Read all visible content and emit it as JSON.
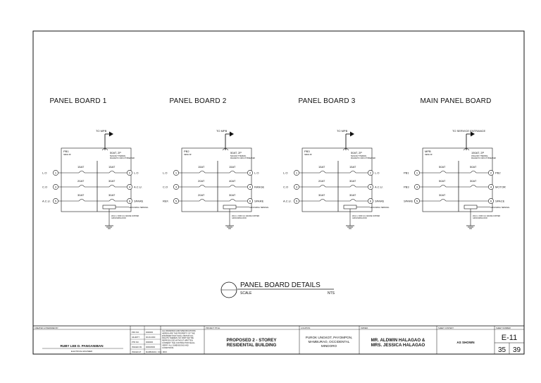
{
  "panels": [
    {
      "title": "PANEL BOARD 1",
      "to_label": "TO MPB",
      "panel_name": "PB1",
      "panel_sub": "NEMA 3R",
      "main_breaker": "50AT, 2P",
      "main_breaker_note": "50A/240V THERMAL MAGNETIC CIRCUIT BREAKER",
      "left": [
        {
          "label": "L.O",
          "num": "1",
          "rating": "15AT"
        },
        {
          "label": "C.O",
          "num": "3",
          "rating": "20AT"
        },
        {
          "label": "A.C.U.",
          "num": "5",
          "rating": "30AT"
        }
      ],
      "right": [
        {
          "label": "L.O",
          "num": "2",
          "rating": "15AT"
        },
        {
          "label": "A.C.U.",
          "num": "4",
          "rating": "30AT"
        },
        {
          "label": "SPARE",
          "num": "6",
          "rating": "30AT"
        }
      ],
      "grounding_terminal": "GROUNDING TERMINAL",
      "ground_note": "20mm x 3000 mm GRADE COPPER GROUNDING ROD"
    },
    {
      "title": "PANEL BOARD 2",
      "to_label": "TO MPB",
      "panel_name": "PB2",
      "panel_sub": "NEMA 3R",
      "main_breaker": "50AT, 2P",
      "main_breaker_note": "50A/240V THERMAL MAGNETIC CIRCUIT BREAKER",
      "left": [
        {
          "label": "L.O",
          "num": "1",
          "rating": "15AT"
        },
        {
          "label": "C.O",
          "num": "3",
          "rating": "20AT"
        },
        {
          "label": "REF.",
          "num": "5",
          "rating": "20AT"
        }
      ],
      "right": [
        {
          "label": "L.O",
          "num": "2",
          "rating": "15AT"
        },
        {
          "label": "RANGE",
          "num": "4",
          "rating": "40AT"
        },
        {
          "label": "SPARE",
          "num": "6",
          "rating": "30AT"
        }
      ],
      "grounding_terminal": "GROUNDING TERMINAL",
      "ground_note": "20mm x 3000 mm GRADE COPPER GROUNDING ROD"
    },
    {
      "title": "PANEL BOARD 3",
      "to_label": "TO MPB",
      "panel_name": "PB3",
      "panel_sub": "NEMA 3R",
      "main_breaker": "50AT, 2P",
      "main_breaker_note": "50A/240V THERMAL MAGNETIC CIRCUIT BREAKER",
      "left": [
        {
          "label": "L.O",
          "num": "1",
          "rating": "15AT"
        },
        {
          "label": "C.O",
          "num": "3",
          "rating": "20AT"
        },
        {
          "label": "A.C.U.",
          "num": "5",
          "rating": "30AT"
        }
      ],
      "right": [
        {
          "label": "L.O",
          "num": "2",
          "rating": "15AT"
        },
        {
          "label": "A.C.U.",
          "num": "4",
          "rating": "30AT"
        },
        {
          "label": "SPARE",
          "num": "6",
          "rating": "30AT"
        }
      ],
      "grounding_terminal": "GROUNDING TERMINAL",
      "ground_note": "20mm x 3000 mm GRADE COPPER GROUNDING ROD"
    },
    {
      "title": "MAIN PANEL BOARD",
      "to_label": "TO SERVICE ENTRANCE",
      "panel_name": "MPB",
      "panel_sub": "NEMA 3R",
      "main_breaker": "150AT, 2P",
      "main_breaker_note": "150A/240V THERMAL MAGNETIC CIRCUIT BREAKER",
      "left": [
        {
          "label": "PB1",
          "num": "1",
          "rating": "50AT"
        },
        {
          "label": "PB3",
          "num": "3",
          "rating": "50AT"
        },
        {
          "label": "SPARE",
          "num": "5",
          "rating": "30AT"
        }
      ],
      "right": [
        {
          "label": "PB2",
          "num": "2",
          "rating": "50AT"
        },
        {
          "label": "MOTOR",
          "num": "4",
          "rating": "30AT"
        },
        {
          "label": "SPACE",
          "num": "6",
          "rating": ""
        }
      ],
      "grounding_terminal": "GROUNDING TERMINAL",
      "ground_note": "20mm x 3000 mm GRADE COPPER GROUNDING ROD"
    }
  ],
  "details": {
    "title": "PANEL BOARD DETAILS",
    "scale_label": "SCALE",
    "scale_value": "NTS"
  },
  "title_block": {
    "created_label": "CREATED & PREPARED BY:",
    "engineer_name": "RUBY LEE D. PANGANIBAN",
    "engineer_title": "ELECTRICAL ENGINEER",
    "info_rows": [
      {
        "k": "PRC NO.",
        "v": "0000000"
      },
      {
        "k": "VALIDITY",
        "v": "00-00-0000"
      },
      {
        "k": "PTR NO.",
        "v": "0000000"
      },
      {
        "k": "ISSUED ON",
        "v": "00/00/0000"
      },
      {
        "k": "ISSUED AT",
        "v": "MAMBURAO, OCC. MDO."
      }
    ],
    "disclaimer": "ALL DRAWINGS AND SPECIFICATIONS HEREIN ARE THE PROPERTY OF THE ENGINEER WHO SHALL RETAIN ALL RIGHTS THEREIN. NO PART MAY BE REPRODUCED WITHOUT WRITTEN CONSENT. THE CONTRACTOR SHALL VERIFY ALL DIMENSIONS AND CONDITIONS.",
    "project_label": "PROJECT TITLE:",
    "project": "PROPOSED 2 - STOREY RESIDENTAL BUILDING",
    "location_label": "LOCATION:",
    "location": "PUROK UNGKOT, PAYOMPON, MAMBURAO, OCCIDENTAL MINDORO",
    "owner_label": "OWNER:",
    "owner": "MR. ALDWIN HALAGAO & MRS. JESSICA HALAGAO",
    "sheet_content_label": "SHEET CONTENT:",
    "sheet_content": "AS SHOWN",
    "sheet_number_label": "SHEET NUMBER:",
    "sheet_number": "E-11",
    "sheet_index": "35",
    "sheet_total": "39"
  }
}
